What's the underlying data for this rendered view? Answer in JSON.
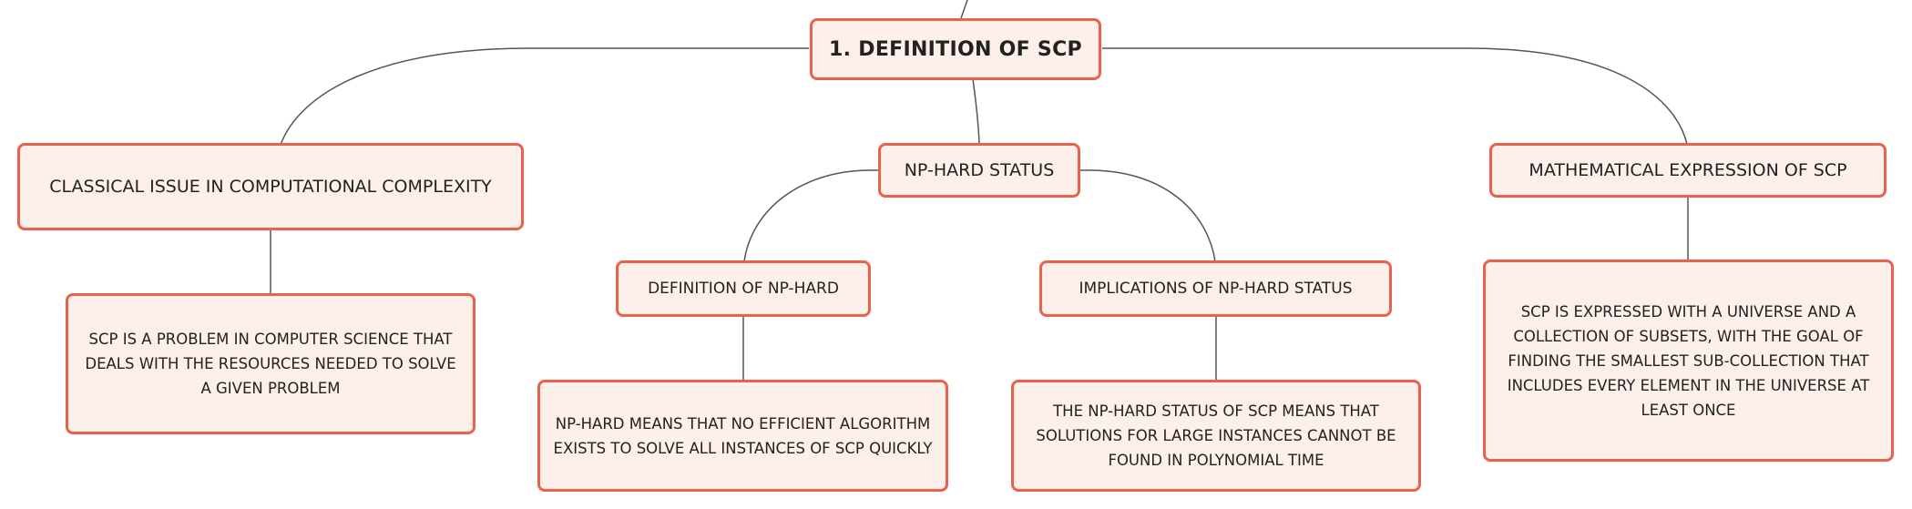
{
  "colors": {
    "node_border": "#e8624d",
    "node_fill": "#fdefea",
    "connector": "#555555",
    "text": "#222222"
  },
  "diagram": {
    "root": {
      "label": "1. DEFINITION OF SCP"
    },
    "branches": [
      {
        "label": "CLASSICAL ISSUE IN COMPUTATIONAL COMPLEXITY",
        "detail": "SCP IS A PROBLEM IN COMPUTER SCIENCE THAT DEALS WITH THE RESOURCES NEEDED TO SOLVE A GIVEN PROBLEM"
      },
      {
        "label": "NP-HARD STATUS",
        "children": [
          {
            "label": "DEFINITION OF NP-HARD",
            "detail": "NP-HARD MEANS THAT NO EFFICIENT ALGORITHM EXISTS TO SOLVE ALL INSTANCES OF SCP QUICKLY"
          },
          {
            "label": "IMPLICATIONS OF NP-HARD STATUS",
            "detail": "THE NP-HARD STATUS OF SCP MEANS THAT SOLUTIONS FOR LARGE INSTANCES CANNOT BE FOUND IN POLYNOMIAL TIME"
          }
        ]
      },
      {
        "label": "MATHEMATICAL EXPRESSION OF SCP",
        "detail": "SCP IS EXPRESSED WITH A UNIVERSE AND A COLLECTION OF SUBSETS, WITH THE GOAL OF FINDING THE SMALLEST SUB-COLLECTION THAT INCLUDES EVERY ELEMENT IN THE UNIVERSE AT LEAST ONCE"
      }
    ]
  }
}
